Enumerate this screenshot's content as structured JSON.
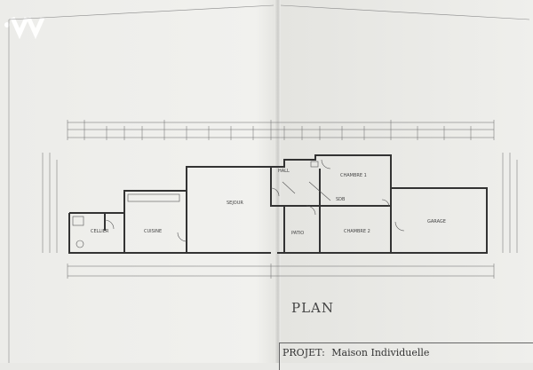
{
  "plan": {
    "title": "PLAN",
    "rooms": {
      "cellier": "CELLIER",
      "cuisine": "CUISINE",
      "sejour": "SEJOUR",
      "hall": "HALL",
      "chambre1": "CHAMBRE 1",
      "sdb": "SDB",
      "patio": "PATIO",
      "chambre2": "CHAMBRE 2",
      "garage": "GARAGE"
    }
  },
  "title_block": {
    "project_label": "PROJET:",
    "project_name": "Maison Individuelle"
  }
}
